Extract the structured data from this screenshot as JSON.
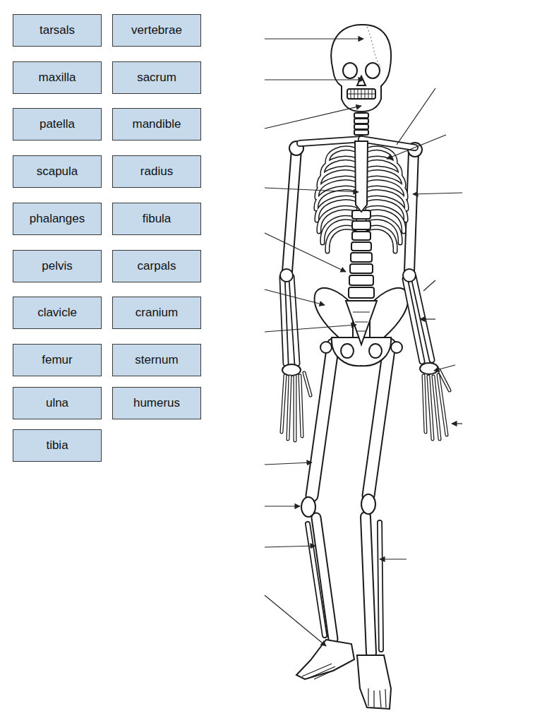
{
  "diagram": {
    "nodes": [
      {
        "text": [
          "tarsals"
        ]
      },
      {
        "text": [
          "vertebrae"
        ]
      },
      {
        "text": [
          "maxilla"
        ]
      },
      {
        "text": [
          "sacrum"
        ]
      },
      {
        "text": [
          "patella"
        ]
      },
      {
        "text": [
          "mandible"
        ]
      },
      {
        "text": [
          "scapula"
        ]
      },
      {
        "text": [
          "radius"
        ]
      },
      {
        "text": [
          "phalanges"
        ]
      },
      {
        "text": [
          "fibula"
        ]
      },
      {
        "text": [
          "pelvis"
        ]
      },
      {
        "text": [
          "carpals"
        ]
      },
      {
        "text": [
          "clavicle"
        ]
      },
      {
        "text": [
          "cranium"
        ]
      },
      {
        "text": [
          "femur"
        ]
      },
      {
        "text": [
          "sternum"
        ]
      },
      {
        "text": [
          "ulna"
        ]
      },
      {
        "text": [
          "humerus"
        ]
      },
      {
        "text": [
          "tibia"
        ]
      }
    ]
  }
}
